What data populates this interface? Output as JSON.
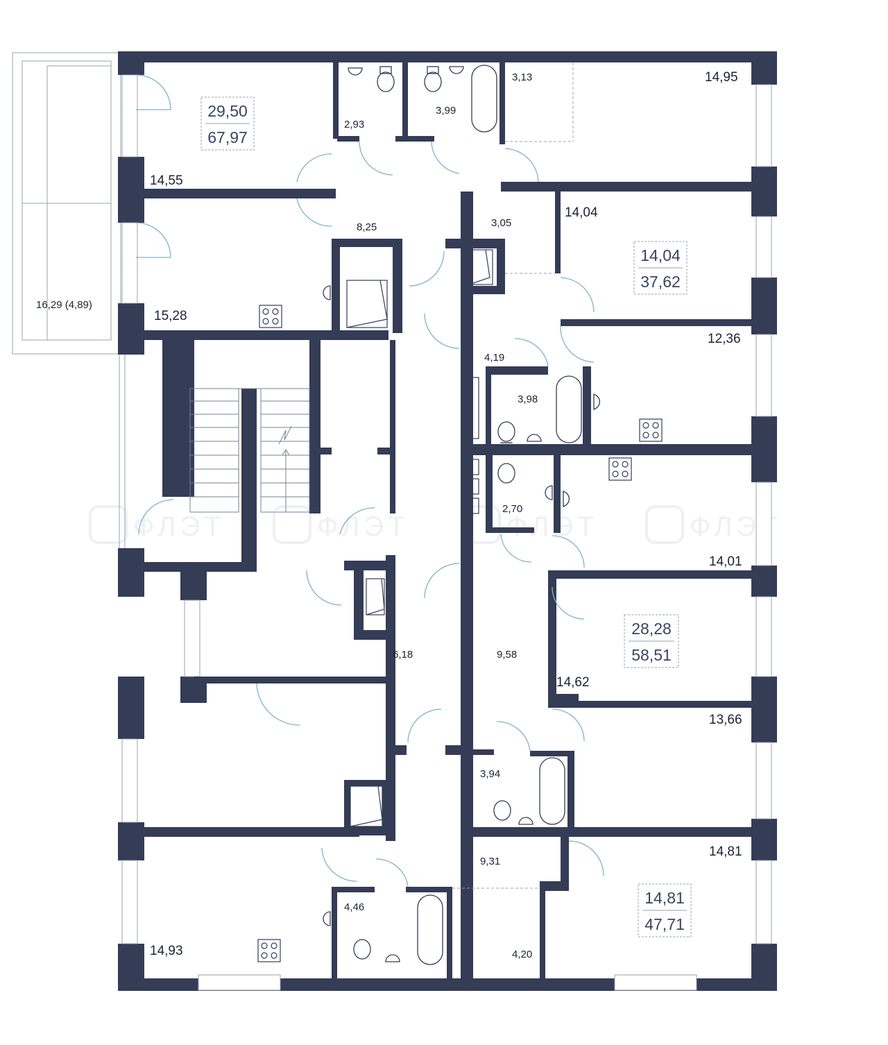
{
  "colors": {
    "wall": "#343c56",
    "door": "#7fb3c9",
    "fixture": "#343c56",
    "dash": "#9aa0ad",
    "watermark": "#eef0f4"
  },
  "watermark": {
    "text": "ФЛЭТ",
    "icon": "flat-logo-icon"
  },
  "balcony": {
    "label": "16,29  (4,89)"
  },
  "apartments": [
    {
      "id": "apt-1",
      "living": "29,50",
      "total": "67,97"
    },
    {
      "id": "apt-2",
      "living": "14,04",
      "total": "37,62"
    },
    {
      "id": "apt-3",
      "living": "28,28",
      "total": "58,51"
    },
    {
      "id": "apt-4",
      "living": "14,81",
      "total": "47,71"
    }
  ],
  "rooms": [
    {
      "label": "2,93"
    },
    {
      "label": "3,99"
    },
    {
      "label": "3,13"
    },
    {
      "label": "14,95"
    },
    {
      "label": "14,55"
    },
    {
      "label": "8,25"
    },
    {
      "label": "3,05"
    },
    {
      "label": "14,04"
    },
    {
      "label": "15,28"
    },
    {
      "label": "12,36"
    },
    {
      "label": "4,19"
    },
    {
      "label": "3,98"
    },
    {
      "label": "2,70"
    },
    {
      "label": "14,01"
    },
    {
      "label": "6,18"
    },
    {
      "label": "9,58"
    },
    {
      "label": "14,62"
    },
    {
      "label": "13,66"
    },
    {
      "label": "3,94"
    },
    {
      "label": "9,31"
    },
    {
      "label": "14,81"
    },
    {
      "label": "4,46"
    },
    {
      "label": "14,93"
    },
    {
      "label": "4,20"
    }
  ]
}
